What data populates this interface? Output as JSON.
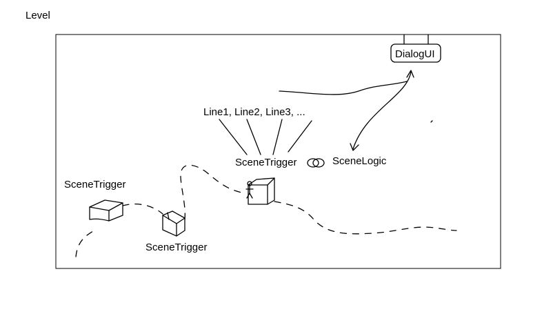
{
  "diagram": {
    "outer_label": "Level",
    "ui_box_label": "DialogUI",
    "lines_label": "Line1, Line2, Line3, ...",
    "main_trigger_label": "SceneTrigger",
    "logic_label": "SceneLogic",
    "left_trigger_label": "SceneTrigger",
    "middle_trigger_label": "SceneTrigger"
  },
  "colors": {
    "ink": "#000000",
    "background": "#ffffff"
  }
}
